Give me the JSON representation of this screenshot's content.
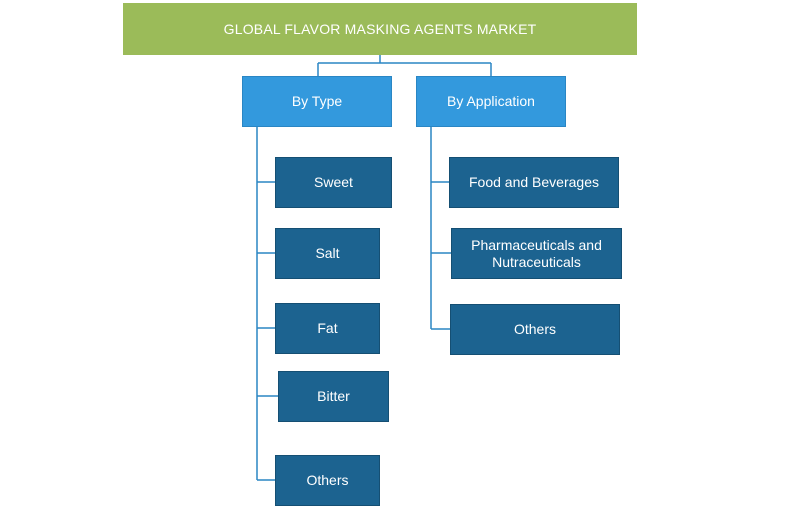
{
  "diagram": {
    "root": "GLOBAL FLAVOR MASKING AGENTS MARKET",
    "branches": [
      {
        "label": "By Type",
        "children": [
          "Sweet",
          "Salt",
          "Fat",
          "Bitter",
          "Others"
        ]
      },
      {
        "label": "By Application",
        "children": [
          "Food and Beverages",
          "Pharmaceuticals and Nutraceuticals",
          "Others"
        ]
      }
    ],
    "colors": {
      "root_fill": "#9bbb59",
      "category_fill": "#3399dd",
      "leaf_fill": "#1c6390",
      "connector": "#2a86c4"
    }
  }
}
